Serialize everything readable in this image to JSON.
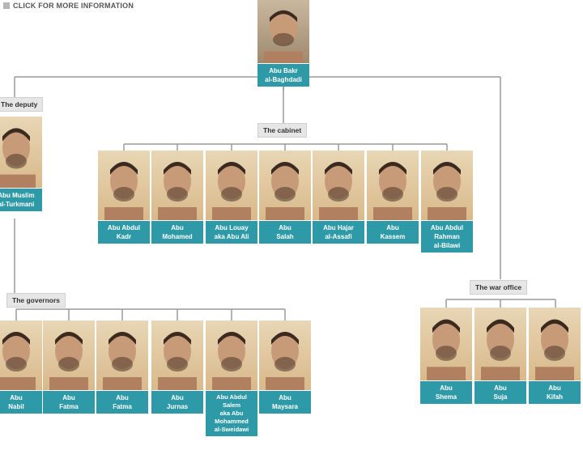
{
  "header": {
    "title": "CLICK FOR MORE INFORMATION",
    "icon": "square-icon"
  },
  "colors": {
    "name_bg": "#2f9aa7",
    "connector": "#9a9a9a",
    "label_bg": "#e6e6e6"
  },
  "groups": {
    "deputy": "The deputy",
    "cabinet": "The cabinet",
    "governors": "The governors",
    "war_office": "The war office"
  },
  "leader": {
    "name": "Abu Bakr\nal-Baghdadi"
  },
  "deputy": {
    "name": "Abu Muslim\nal-Turkmani"
  },
  "cabinet": [
    {
      "name": "Abu Abdul\nKadr"
    },
    {
      "name": "Abu\nMohamed"
    },
    {
      "name": "Abu Louay\naka Abu Ali"
    },
    {
      "name": "Abu\nSalah"
    },
    {
      "name": "Abu Hajar\nal-Assafi"
    },
    {
      "name": "Abu\nKassem"
    },
    {
      "name": "Abu Abdul\nRahman\nal-Bilawi"
    }
  ],
  "governors": [
    {
      "name": "Abu\nNabil"
    },
    {
      "name": "Abu\nFatma"
    },
    {
      "name": "Abu\nFatma"
    },
    {
      "name": "Abu\nJurnas"
    },
    {
      "name": "Abu Abdul\nSalem\naka Abu\nMohammed\nal-Sweidawi"
    },
    {
      "name": "Abu\nMaysara"
    }
  ],
  "war_office": [
    {
      "name": "Abu\nShema"
    },
    {
      "name": "Abu\nSuja"
    },
    {
      "name": "Abu\nKifah"
    }
  ]
}
